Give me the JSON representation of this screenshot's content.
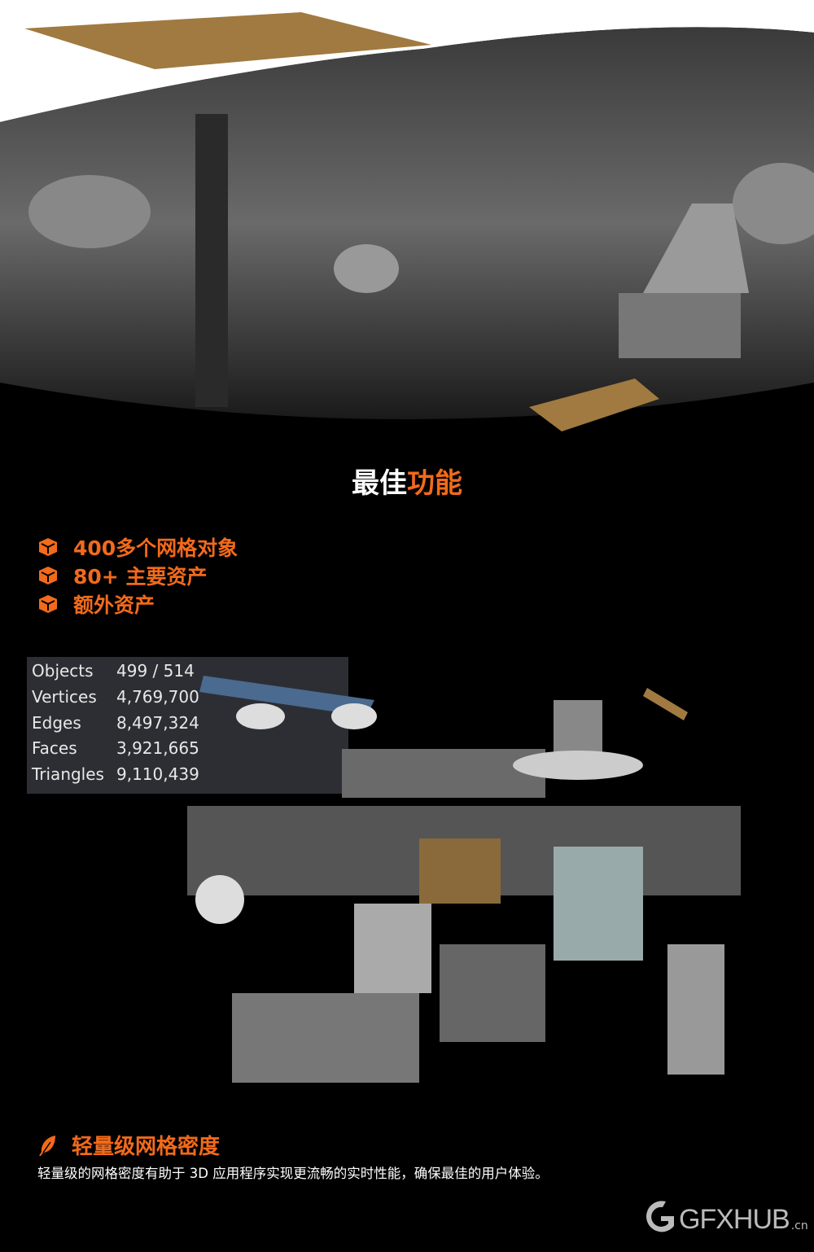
{
  "hero": {
    "image": "moon-base-render"
  },
  "section_title": {
    "part1": "最佳",
    "part2": "功能"
  },
  "features": [
    {
      "icon": "cube-icon",
      "label": "400多个网格对象"
    },
    {
      "icon": "cube-icon",
      "label": "80+ 主要资产"
    },
    {
      "icon": "cube-icon",
      "label": "额外资产"
    }
  ],
  "stats": [
    {
      "label": "Objects",
      "value": "499 / 514"
    },
    {
      "label": "Vertices",
      "value": "4,769,700"
    },
    {
      "label": "Edges",
      "value": "8,497,324"
    },
    {
      "label": "Faces",
      "value": "3,921,665"
    },
    {
      "label": "Triangles",
      "value": "9,110,439"
    }
  ],
  "lightweight": {
    "icon": "feather-icon",
    "title": "轻量级网格密度",
    "description": "轻量级的网格密度有助于 3D 应用程序实现更流畅的实时性能，确保最佳的用户体验。"
  },
  "watermark": {
    "text": "GFXHUB",
    "suffix": ".cn"
  },
  "colors": {
    "accent": "#f26a1b",
    "background": "#000000",
    "stats_panel": "#2d2e33"
  }
}
